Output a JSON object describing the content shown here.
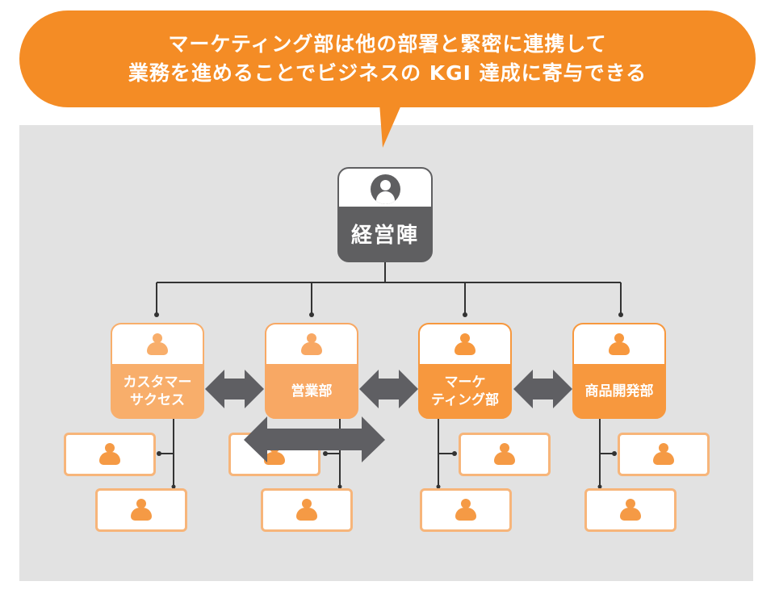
{
  "callout": {
    "line1": "マーケティング部は他の部署と緊密に連携して",
    "line2": "業務を進めることでビジネスの KGI 達成に寄与できる",
    "color": "#f48c25"
  },
  "executive": {
    "label": "経営陣",
    "icon": "person-circle-icon",
    "color": "#5f5f61"
  },
  "departments": [
    {
      "label_lines": [
        "カスタマー",
        "サクセス"
      ],
      "label": "カスタマーサクセス",
      "color": "#f8ae6b",
      "sub_units": 2
    },
    {
      "label_lines": [
        "営業部"
      ],
      "label": "営業部",
      "color": "#f8a864",
      "sub_units": 2
    },
    {
      "label_lines": [
        "マーケ",
        "ティング部"
      ],
      "label": "マーケティング部",
      "color": "#f7983e",
      "sub_units": 2
    },
    {
      "label_lines": [
        "商品開発部"
      ],
      "label": "商品開発部",
      "color": "#f7983e",
      "sub_units": 2
    }
  ],
  "arrows": {
    "color": "#5f5f63",
    "links": [
      {
        "from": "カスタマーサクセス",
        "to": "営業部",
        "type": "bidirectional"
      },
      {
        "from": "営業部",
        "to": "マーケティング部",
        "type": "bidirectional"
      },
      {
        "from": "マーケティング部",
        "to": "商品開発部",
        "type": "bidirectional"
      },
      {
        "from": "営業部",
        "to": "マーケティング部",
        "type": "bidirectional-large"
      }
    ]
  },
  "colors": {
    "panel_bg": "#e2e2e2",
    "connector": "#333333",
    "sub_border": "#f7b57a",
    "person_icon": "#f59a45"
  }
}
